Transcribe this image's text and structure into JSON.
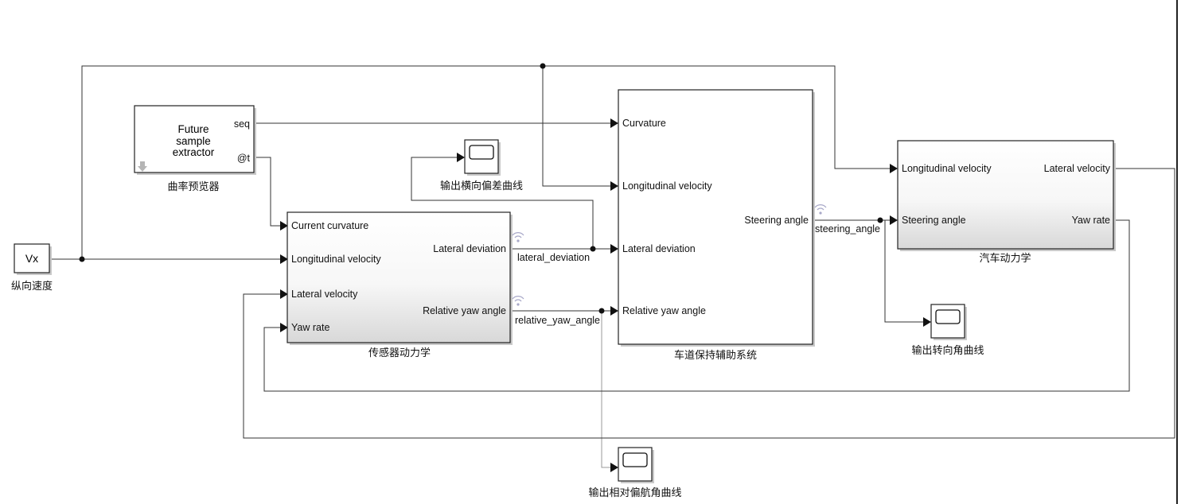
{
  "blocks": {
    "vx": {
      "label": "Vx",
      "caption": "纵向速度"
    },
    "future": {
      "line1": "Future",
      "line2": "sample",
      "line3": "extractor",
      "out_seq": "seq",
      "out_at": "@t",
      "caption": "曲率预览器"
    },
    "sensor": {
      "in_current_curvature": "Current curvature",
      "in_longitudinal_velocity": "Longitudinal velocity",
      "in_lateral_velocity": "Lateral velocity",
      "in_yaw_rate": "Yaw rate",
      "out_lateral_deviation": "Lateral deviation",
      "out_relative_yaw_angle": "Relative yaw angle",
      "caption": "传感器动力学"
    },
    "lka": {
      "in_curvature": "Curvature",
      "in_longitudinal_velocity": "Longitudinal velocity",
      "in_lateral_deviation": "Lateral deviation",
      "in_relative_yaw_angle": "Relative yaw angle",
      "out_steering_angle": "Steering angle",
      "caption": "车道保持辅助系统"
    },
    "vehicle": {
      "in_longitudinal_velocity": "Longitudinal velocity",
      "in_steering_angle": "Steering angle",
      "out_lateral_velocity": "Lateral velocity",
      "out_yaw_rate": "Yaw rate",
      "caption": "汽车动力学"
    }
  },
  "scopes": {
    "lateral_deviation": "输出横向偏差曲线",
    "steering_angle": "输出转向角曲线",
    "relative_yaw": "输出相对偏航角曲线"
  },
  "signals": {
    "lateral_deviation": "lateral_deviation",
    "relative_yaw_angle": "relative_yaw_angle",
    "steering_angle": "steering_angle"
  }
}
